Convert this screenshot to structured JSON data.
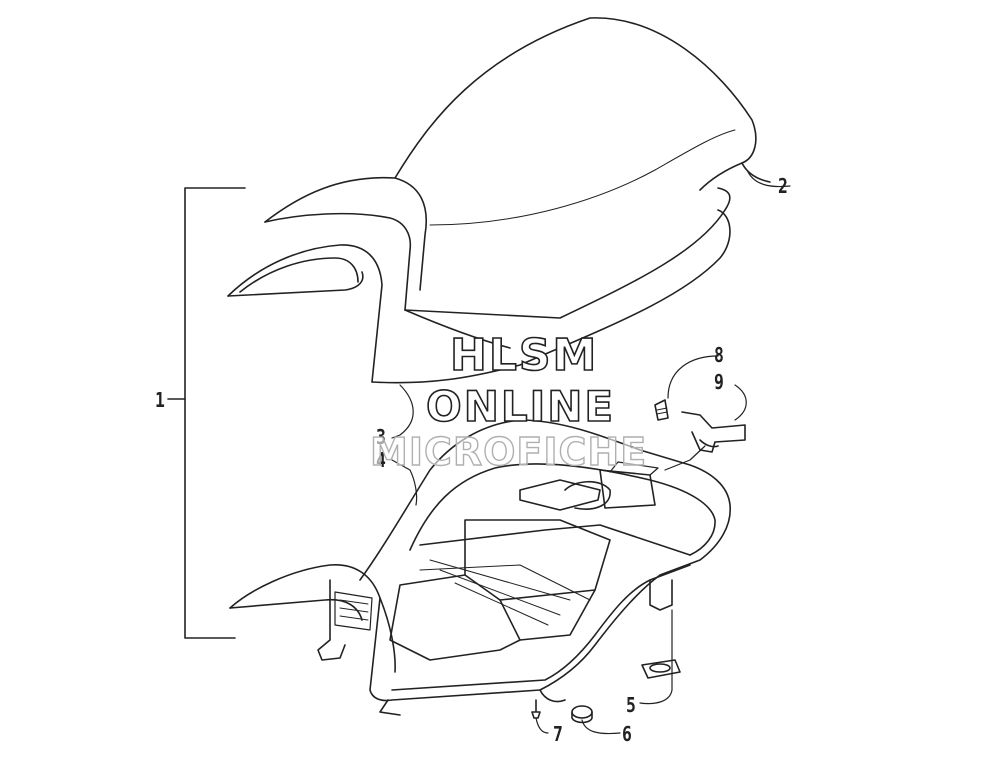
{
  "callouts": {
    "c1": "1",
    "c2": "2",
    "c3": "3",
    "c4": "4",
    "c5": "5",
    "c6": "6",
    "c7": "7",
    "c8": "8",
    "c9": "9"
  },
  "watermark": {
    "line1": "HLSM",
    "line2": "ONLINE",
    "line3": "MICROFICHE"
  }
}
